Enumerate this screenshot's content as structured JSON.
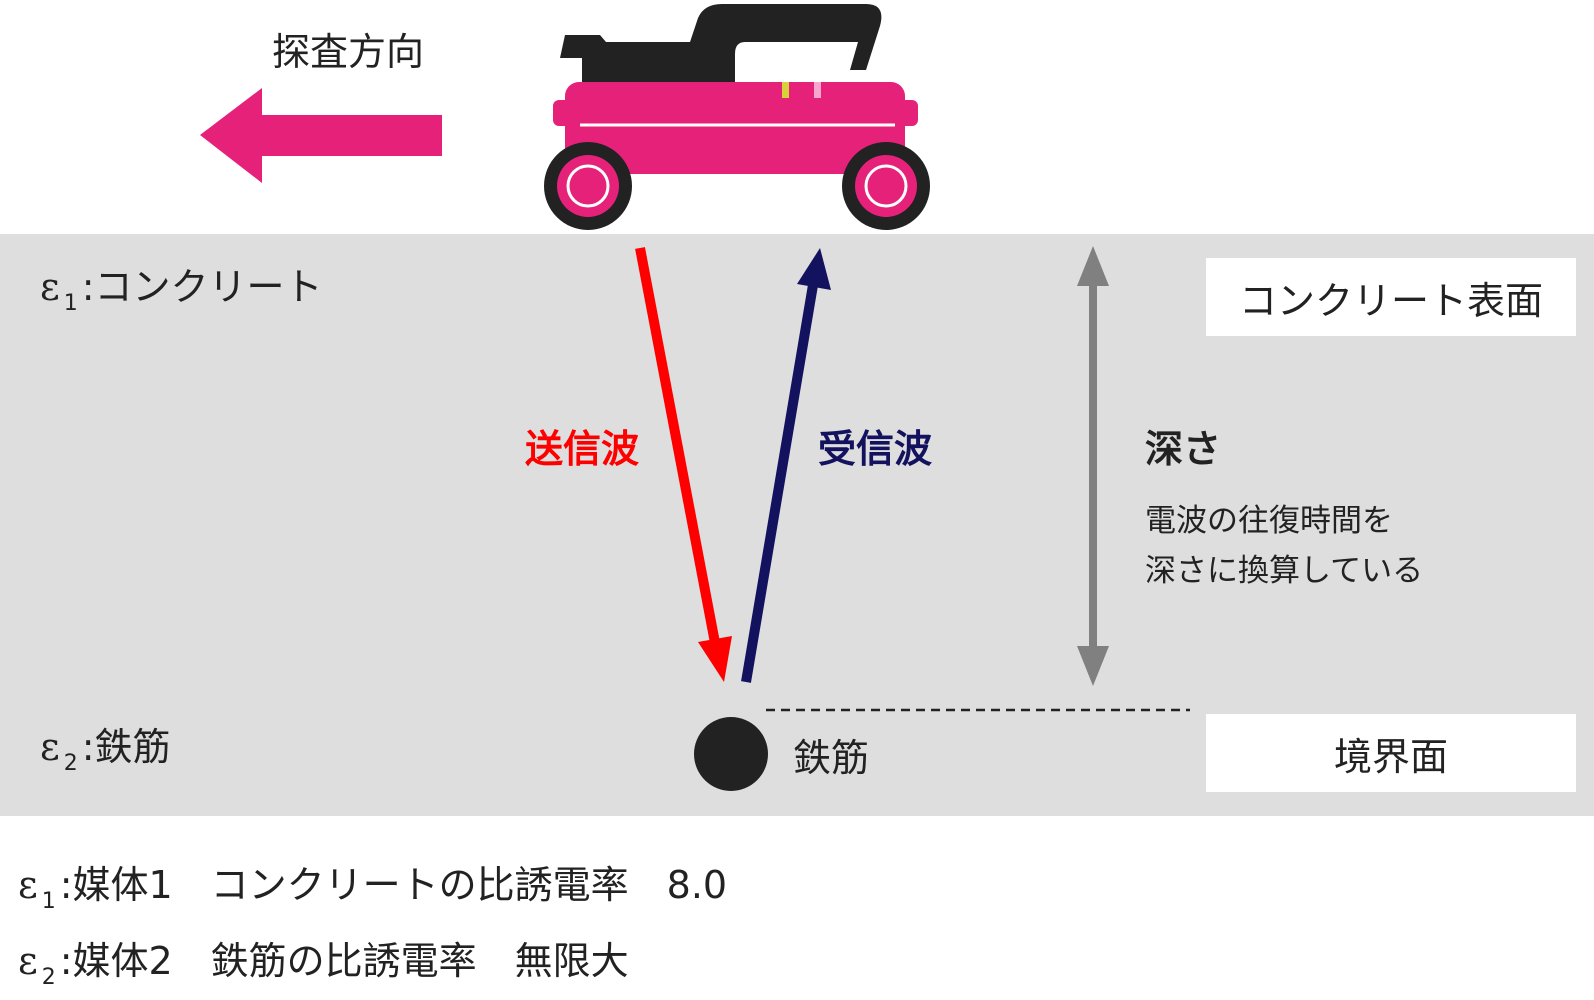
{
  "direction": {
    "label": "探査方向",
    "arrow_color": "#e5217a"
  },
  "media_top": {
    "symbol": "ε",
    "subscript": "1",
    "separator": ":",
    "name": "コンクリート"
  },
  "media_bottom": {
    "symbol": "ε",
    "subscript": "2",
    "separator": ":",
    "name": "鉄筋"
  },
  "surface_label": "コンクリート表面",
  "boundary_label": "境界面",
  "transmit_wave": {
    "label": "送信波",
    "color": "#ff0000"
  },
  "receive_wave": {
    "label": "受信波",
    "color": "#12125e"
  },
  "depth": {
    "title": "深さ",
    "line1": "電波の往復時間を",
    "line2": "深さに換算している",
    "arrow_color": "#808080"
  },
  "rebar_label": "鉄筋",
  "legend": [
    {
      "symbol": "ε",
      "subscript": "1",
      "text": ":媒体1　コンクリートの比誘電率　8.0"
    },
    {
      "symbol": "ε",
      "subscript": "2",
      "text": ":媒体2　鉄筋の比誘電率　無限大"
    }
  ],
  "colors": {
    "device_body": "#e5217a",
    "device_handle": "#222222",
    "concrete_background": "#dedede"
  }
}
